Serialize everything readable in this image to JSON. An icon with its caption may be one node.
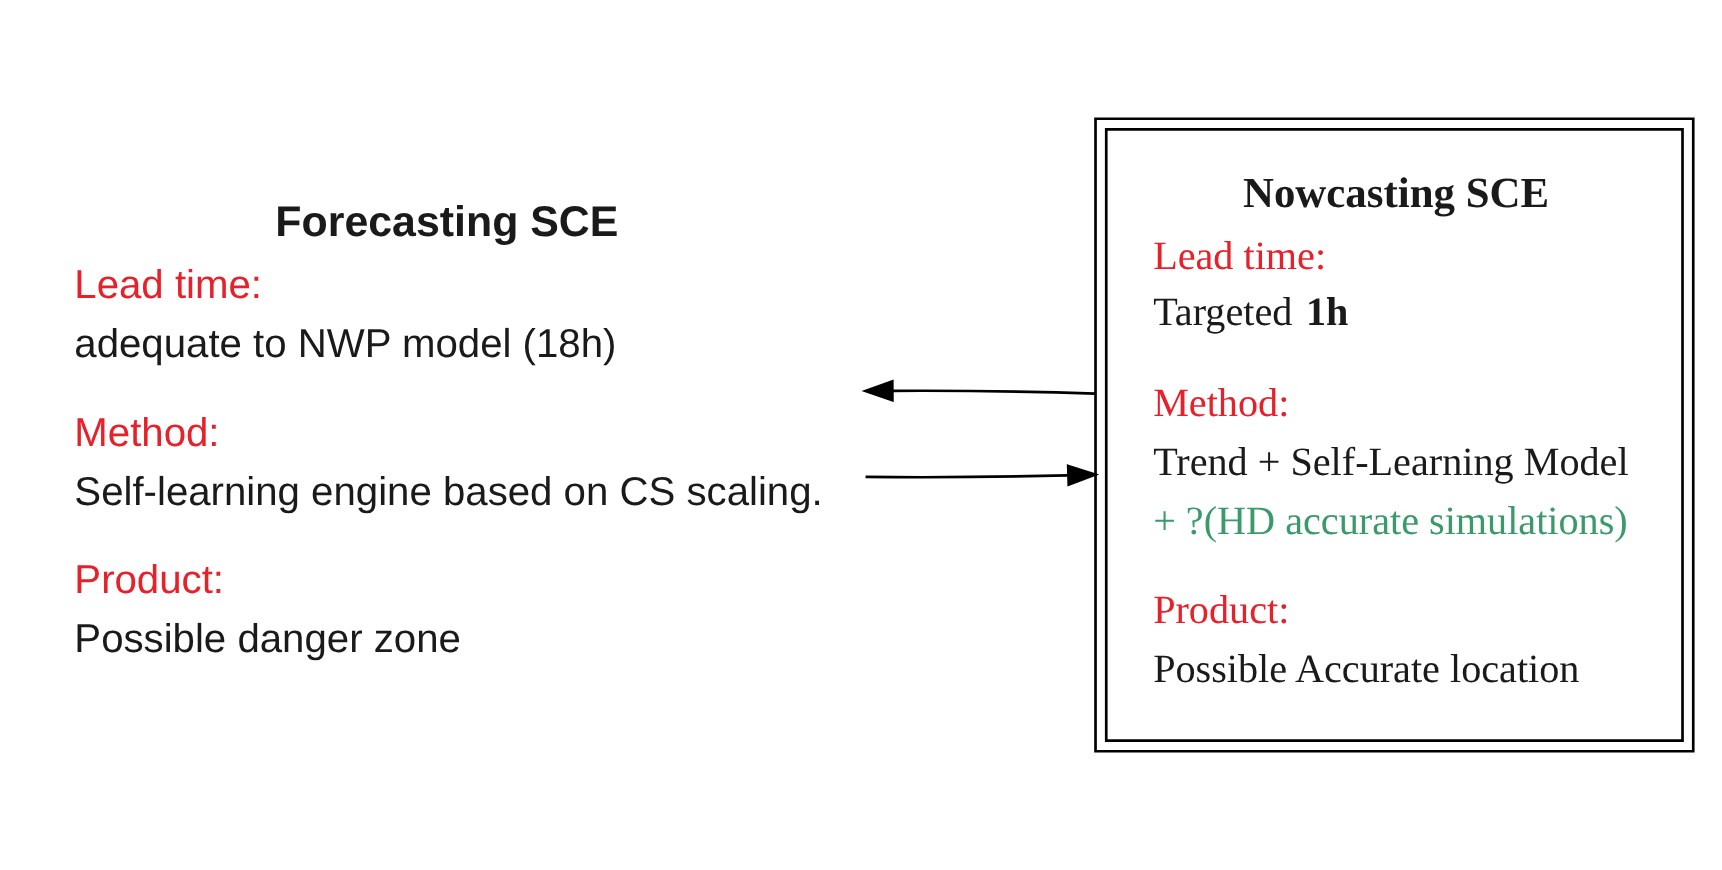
{
  "diagram": {
    "nodes": [
      {
        "text": [
          "Forecasting SCE",
          "Lead time:",
          "adequate to NWP model (18h)",
          "Method:",
          "Self-learning engine based on CS scaling.",
          "Product:",
          "Possible danger zone"
        ]
      },
      {
        "text": [
          "Nowcasting SCE",
          "Lead time:",
          "Targeted **1h**",
          "Method:",
          "Trend + Self-Learning Model",
          "+ ?(HD accurate simulations)",
          "Product:",
          "Possible Accurate location"
        ]
      }
    ],
    "edges": [
      {
        "from": 0,
        "to": 1,
        "arrow": "to"
      },
      {
        "from": 1,
        "to": 0,
        "arrow": "to"
      }
    ]
  }
}
